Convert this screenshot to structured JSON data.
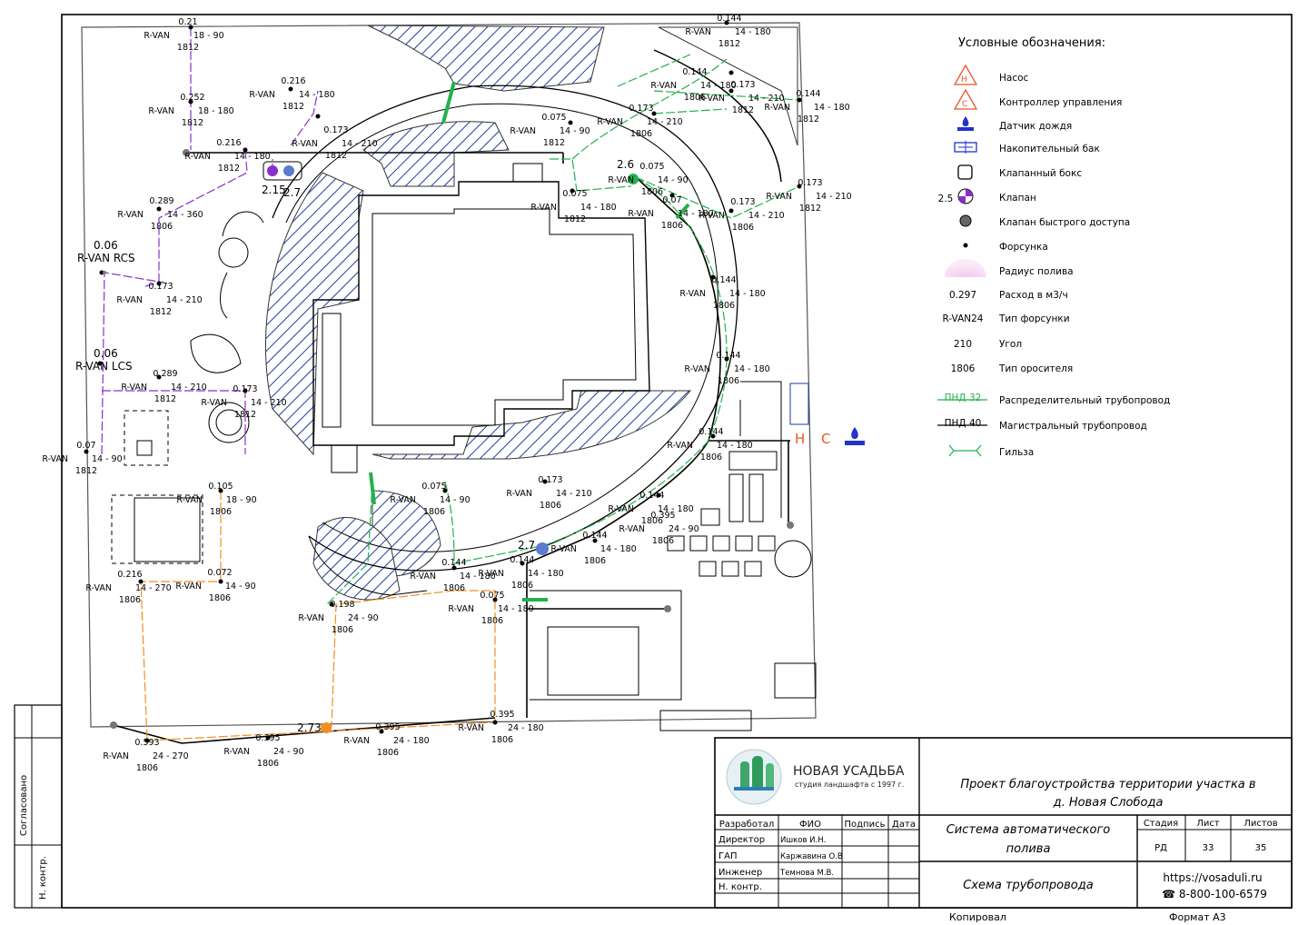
{
  "legend": {
    "title": "Условные обозначения:",
    "items": [
      {
        "key": "pump",
        "symbol": "",
        "label": "Насос"
      },
      {
        "key": "controller",
        "symbol": "",
        "label": "Контроллер управления"
      },
      {
        "key": "rain",
        "symbol": "",
        "label": "Датчик дождя"
      },
      {
        "key": "tank",
        "symbol": "",
        "label": "Накопительный бак"
      },
      {
        "key": "box",
        "symbol": "",
        "label": "Клапанный бокс"
      },
      {
        "key": "valve",
        "symbol": "2.5",
        "label": "Клапан"
      },
      {
        "key": "quick",
        "symbol": "",
        "label": "Клапан быстрого доступа"
      },
      {
        "key": "nozzle",
        "symbol": "",
        "label": "Форсунка"
      },
      {
        "key": "radius",
        "symbol": "",
        "label": "Радиус полива"
      },
      {
        "key": "flow",
        "symbol": "0.297",
        "label": "Расход в м3/ч"
      },
      {
        "key": "type",
        "symbol": "R-VAN24",
        "label": "Тип форсунки"
      },
      {
        "key": "angle",
        "symbol": "210",
        "label": "Угол"
      },
      {
        "key": "sprinkler",
        "symbol": "1806",
        "label": "Тип оросителя"
      },
      {
        "key": "dist",
        "symbol": "ПНД 32",
        "label": "Распределительный трубопровод"
      },
      {
        "key": "main",
        "symbol": "ПНД 40",
        "label": "Магистральный трубопровод"
      },
      {
        "key": "sleeve",
        "symbol": "",
        "label": "Гильза"
      }
    ]
  },
  "plan": {
    "equipment_letters": {
      "pump": "Н",
      "controller": "С"
    },
    "valve_labels": [
      "2.15",
      "2.7",
      "2.6",
      "2.7",
      "2.73"
    ],
    "zone_labels": [
      {
        "flow": "0.06",
        "type": "R-VAN RCS"
      },
      {
        "flow": "0.06",
        "type": "R-VAN LCS"
      }
    ],
    "nozzle_labels": [
      {
        "flow": "0.21",
        "type": "R-VAN",
        "arc": "18 - 90",
        "model": "1812"
      },
      {
        "flow": "0.252",
        "type": "R-VAN",
        "arc": "18 - 180",
        "model": "1812"
      },
      {
        "flow": "0.216",
        "type": "R-VAN",
        "arc": "14 - 180",
        "model": "1812"
      },
      {
        "flow": "0.216",
        "type": "R-VAN",
        "arc": "14 - 180",
        "model": "1812"
      },
      {
        "flow": "0.173",
        "type": "R-VAN",
        "arc": "14 - 210",
        "model": "1812"
      },
      {
        "flow": "0.289",
        "type": "R-VAN",
        "arc": "14 - 360",
        "model": "1806"
      },
      {
        "flow": "0.173",
        "type": "R-VAN",
        "arc": "14 - 210",
        "model": "1812"
      },
      {
        "flow": "0.289",
        "type": "R-VAN",
        "arc": "14 - 210",
        "model": "1812"
      },
      {
        "flow": "0.173",
        "type": "R-VAN",
        "arc": "14 - 210",
        "model": "1812"
      },
      {
        "flow": "0.07",
        "type": "R-VAN",
        "arc": "14 - 90",
        "model": "1812"
      },
      {
        "flow": "0.144",
        "type": "R-VAN",
        "arc": "14 - 180",
        "model": "1812"
      },
      {
        "flow": "0.144",
        "type": "R-VAN",
        "arc": "14 - 180",
        "model": "1806"
      },
      {
        "flow": "0.173",
        "type": "R-VAN",
        "arc": "14 - 210",
        "model": "1812"
      },
      {
        "flow": "0.144",
        "type": "R-VAN",
        "arc": "14 - 180",
        "model": "1812"
      },
      {
        "flow": "0.173",
        "type": "R-VAN",
        "arc": "14 - 210",
        "model": "1806"
      },
      {
        "flow": "0.075",
        "type": "R-VAN",
        "arc": "14 - 90",
        "model": "1812"
      },
      {
        "flow": "0.075",
        "type": "R-VAN",
        "arc": "14 - 180",
        "model": "1812"
      },
      {
        "flow": "0.075",
        "type": "R-VAN",
        "arc": "14 - 90",
        "model": "1806"
      },
      {
        "flow": "0.07",
        "type": "R-VAN",
        "arc": "14 - 180",
        "model": "1806"
      },
      {
        "flow": "0.173",
        "type": "R-VAN",
        "arc": "14 - 210",
        "model": "1806"
      },
      {
        "flow": "0.173",
        "type": "R-VAN",
        "arc": "14 - 210",
        "model": "1812"
      },
      {
        "flow": "0.144",
        "type": "R-VAN",
        "arc": "14 - 180",
        "model": "1806"
      },
      {
        "flow": "0.144",
        "type": "R-VAN",
        "arc": "14 - 180",
        "model": "1806"
      },
      {
        "flow": "0.144",
        "type": "R-VAN",
        "arc": "14 - 180",
        "model": "1806"
      },
      {
        "flow": "0.144",
        "type": "R-VAN",
        "arc": "14 - 180",
        "model": "1806"
      },
      {
        "flow": "0.144",
        "type": "R-VAN",
        "arc": "14 - 180",
        "model": "1806"
      },
      {
        "flow": "0.144",
        "type": "R-VAN",
        "arc": "14 - 180",
        "model": "1806"
      },
      {
        "flow": "0.075",
        "type": "R-VAN",
        "arc": "14 - 90",
        "model": "1806"
      },
      {
        "flow": "0.173",
        "type": "R-VAN",
        "arc": "14 - 210",
        "model": "1806"
      },
      {
        "flow": "0.144",
        "type": "R-VAN",
        "arc": "14 - 180",
        "model": "1806"
      },
      {
        "flow": "0.075",
        "type": "R-VAN",
        "arc": "14 - 180",
        "model": "1806"
      },
      {
        "flow": "0.105",
        "type": "R-VAN",
        "arc": "18 - 90",
        "model": "1806"
      },
      {
        "flow": "0.072",
        "type": "R-VAN",
        "arc": "14 - 90",
        "model": "1806"
      },
      {
        "flow": "0.216",
        "type": "R-VAN",
        "arc": "14 - 270",
        "model": "1806"
      },
      {
        "flow": "0.198",
        "type": "R-VAN",
        "arc": "24 - 90",
        "model": "1806"
      },
      {
        "flow": "0.593",
        "type": "R-VAN",
        "arc": "24 - 270",
        "model": "1806"
      },
      {
        "flow": "0.395",
        "type": "R-VAN",
        "arc": "24 - 90",
        "model": "1806"
      },
      {
        "flow": "0.395",
        "type": "R-VAN",
        "arc": "24 - 180",
        "model": "1806"
      },
      {
        "flow": "0.395",
        "type": "R-VAN",
        "arc": "24 - 180",
        "model": "1806"
      },
      {
        "flow": "0.395",
        "type": "R-VAN",
        "arc": "24 - 90",
        "model": "1806"
      }
    ]
  },
  "titleblock": {
    "company": "НОВАЯ УСАДЬБА",
    "company_sub": "студия ландшафта с 1997 г.",
    "project": [
      "Проект благоустройства территории участка в",
      "д. Новая Слобода"
    ],
    "system": [
      "Система автоматического",
      "полива"
    ],
    "sheet_name": "Схема трубопровода",
    "url": "https://vosaduli.ru",
    "phone": "☎ 8-800-100-6579",
    "roles_header": [
      "Разработал",
      "ФИО",
      "Подпись",
      "Дата"
    ],
    "roles": [
      {
        "role": "Директор",
        "name": "Ишков И.Н."
      },
      {
        "role": "ГАП",
        "name": "Каржавина О.В"
      },
      {
        "role": "Инженер",
        "name": "Темнова М.В."
      },
      {
        "role": "Н. контр.",
        "name": ""
      }
    ],
    "stage_header": [
      "Стадия",
      "Лист",
      "Листов"
    ],
    "stage_values": [
      "РД",
      "33",
      "35"
    ],
    "copied": "Копировал",
    "format": "Формат А3",
    "side_top": "Согласовано",
    "side_bottom": "Н. контр."
  },
  "colors": {
    "distribution": "#22b14c",
    "purple": "#8b2fc9",
    "orange": "#f0901e",
    "hatch": "#1d3f9a",
    "accent_red": "#e8552b",
    "rain_blue": "#2233cc"
  }
}
